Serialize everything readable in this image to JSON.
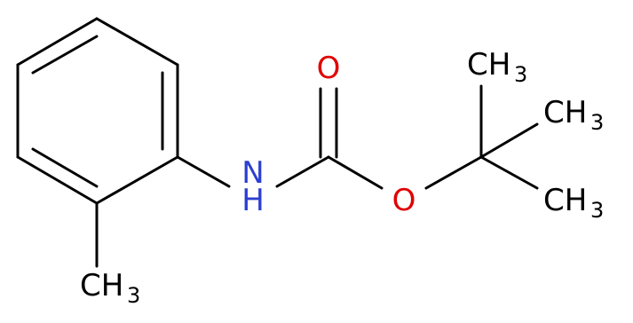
{
  "structure": {
    "atoms": [
      {
        "id": "n",
        "symbol": "N",
        "suffix": "H",
        "color": "#2b3fd1"
      },
      {
        "id": "o1",
        "symbol": "O",
        "color": "#e00000"
      },
      {
        "id": "o2",
        "symbol": "O",
        "color": "#e00000"
      },
      {
        "id": "ch3_ring",
        "symbol": "CH",
        "subscript": "3",
        "color": "#000000"
      },
      {
        "id": "ch3_top",
        "symbol": "CH",
        "subscript": "3",
        "color": "#000000"
      },
      {
        "id": "ch3_mid",
        "symbol": "CH",
        "subscript": "3",
        "color": "#000000"
      },
      {
        "id": "ch3_bot",
        "symbol": "CH",
        "subscript": "3",
        "color": "#000000"
      }
    ]
  }
}
